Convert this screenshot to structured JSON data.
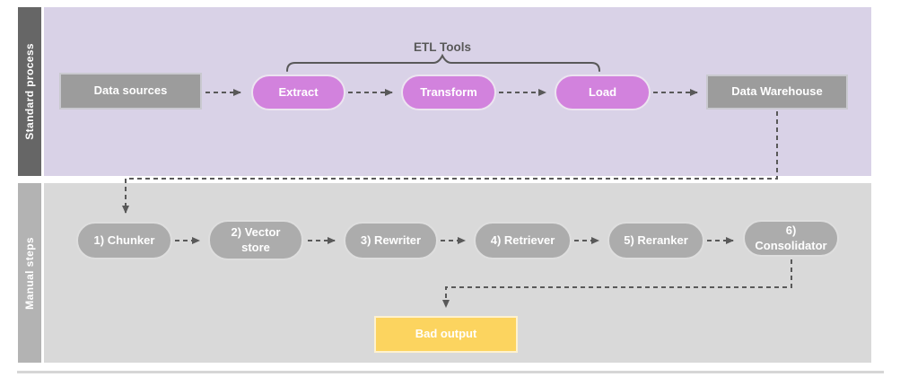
{
  "diagram_title": "ETL standard process vs manual steps flowchart",
  "lanes": [
    {
      "label": "Standard process"
    },
    {
      "label": "Manual steps"
    }
  ],
  "annotations": {
    "etl_tools": "ETL Tools"
  },
  "nodes": {
    "data_sources": {
      "label": "Data sources",
      "shape": "rectangle",
      "color": "#9c9c9c"
    },
    "extract": {
      "label": "Extract",
      "shape": "pill",
      "color": "#d282dd"
    },
    "transform": {
      "label": "Transform",
      "shape": "pill",
      "color": "#d282dd"
    },
    "load": {
      "label": "Load",
      "shape": "pill",
      "color": "#d282dd"
    },
    "data_warehouse": {
      "label": "Data Warehouse",
      "shape": "rectangle",
      "color": "#9c9c9c"
    },
    "chunker": {
      "label": "1) Chunker",
      "shape": "pill",
      "color": "#acacac"
    },
    "vector_store": {
      "label": "2) Vector store",
      "shape": "pill",
      "color": "#acacac"
    },
    "rewriter": {
      "label": "3) Rewriter",
      "shape": "pill",
      "color": "#acacac"
    },
    "retriever": {
      "label": "4) Retriever",
      "shape": "pill",
      "color": "#acacac"
    },
    "reranker": {
      "label": "5) Reranker",
      "shape": "pill",
      "color": "#acacac"
    },
    "consolidator": {
      "label": "6) Consolidator",
      "shape": "pill",
      "color": "#acacac"
    },
    "bad_output": {
      "label": "Bad output",
      "shape": "rectangle",
      "color": "#fcd45f"
    }
  },
  "edges": [
    {
      "from": "data_sources",
      "to": "extract",
      "style": "dashed-arrow"
    },
    {
      "from": "extract",
      "to": "transform",
      "style": "dashed-arrow"
    },
    {
      "from": "transform",
      "to": "load",
      "style": "dashed-arrow"
    },
    {
      "from": "load",
      "to": "data_warehouse",
      "style": "dashed-arrow"
    },
    {
      "from": "data_warehouse",
      "to": "chunker",
      "style": "dashed-arrow-elbow"
    },
    {
      "from": "chunker",
      "to": "vector_store",
      "style": "dashed-arrow"
    },
    {
      "from": "vector_store",
      "to": "rewriter",
      "style": "dashed-arrow"
    },
    {
      "from": "rewriter",
      "to": "retriever",
      "style": "dashed-arrow"
    },
    {
      "from": "retriever",
      "to": "reranker",
      "style": "dashed-arrow"
    },
    {
      "from": "reranker",
      "to": "consolidator",
      "style": "dashed-arrow"
    },
    {
      "from": "consolidator",
      "to": "bad_output",
      "style": "dashed-arrow-elbow"
    }
  ],
  "colors": {
    "lane1_bg": "#d9d2e7",
    "lane1_label_bg": "#666666",
    "lane2_bg": "#d9d9d9",
    "lane2_label_bg": "#b3b3b3",
    "pink_node": "#d282dd",
    "gray_box": "#9c9c9c",
    "gray_pill": "#acacac",
    "yellow_node": "#fcd45f",
    "connector": "#595959",
    "text_on_node": "#ffffff"
  }
}
